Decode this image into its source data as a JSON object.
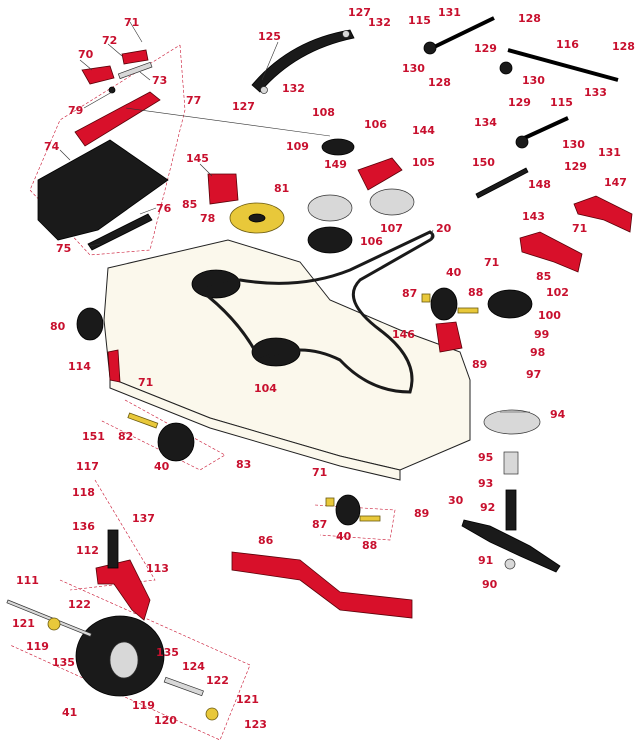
{
  "callouts": [
    "71",
    "72",
    "70",
    "73",
    "79",
    "77",
    "74",
    "145",
    "76",
    "85",
    "78",
    "75",
    "125",
    "127",
    "132",
    "127",
    "132",
    "108",
    "109",
    "149",
    "106",
    "144",
    "105",
    "81",
    "107",
    "106",
    "20",
    "131",
    "115",
    "128",
    "116",
    "128",
    "129",
    "130",
    "128",
    "130",
    "129",
    "133",
    "115",
    "134",
    "130",
    "131",
    "129",
    "150",
    "148",
    "147",
    "143",
    "71",
    "85",
    "80",
    "40",
    "87",
    "88",
    "71",
    "146",
    "89",
    "102",
    "100",
    "99",
    "98",
    "97",
    "94",
    "114",
    "71",
    "82",
    "104",
    "151",
    "40",
    "83",
    "117",
    "118",
    "136",
    "137",
    "112",
    "113",
    "95",
    "93",
    "92",
    "30",
    "71",
    "87",
    "40",
    "88",
    "89",
    "86",
    "91",
    "90",
    "111",
    "121",
    "122",
    "119",
    "135",
    "135",
    "124",
    "122",
    "119",
    "120",
    "121",
    "41",
    "123"
  ],
  "colors": {
    "callout": "#c8102e",
    "part_red": "#d8102a",
    "part_black": "#1a1a1a",
    "deck": "#fbf8ec",
    "pulley_gold": "#e8c83a"
  }
}
